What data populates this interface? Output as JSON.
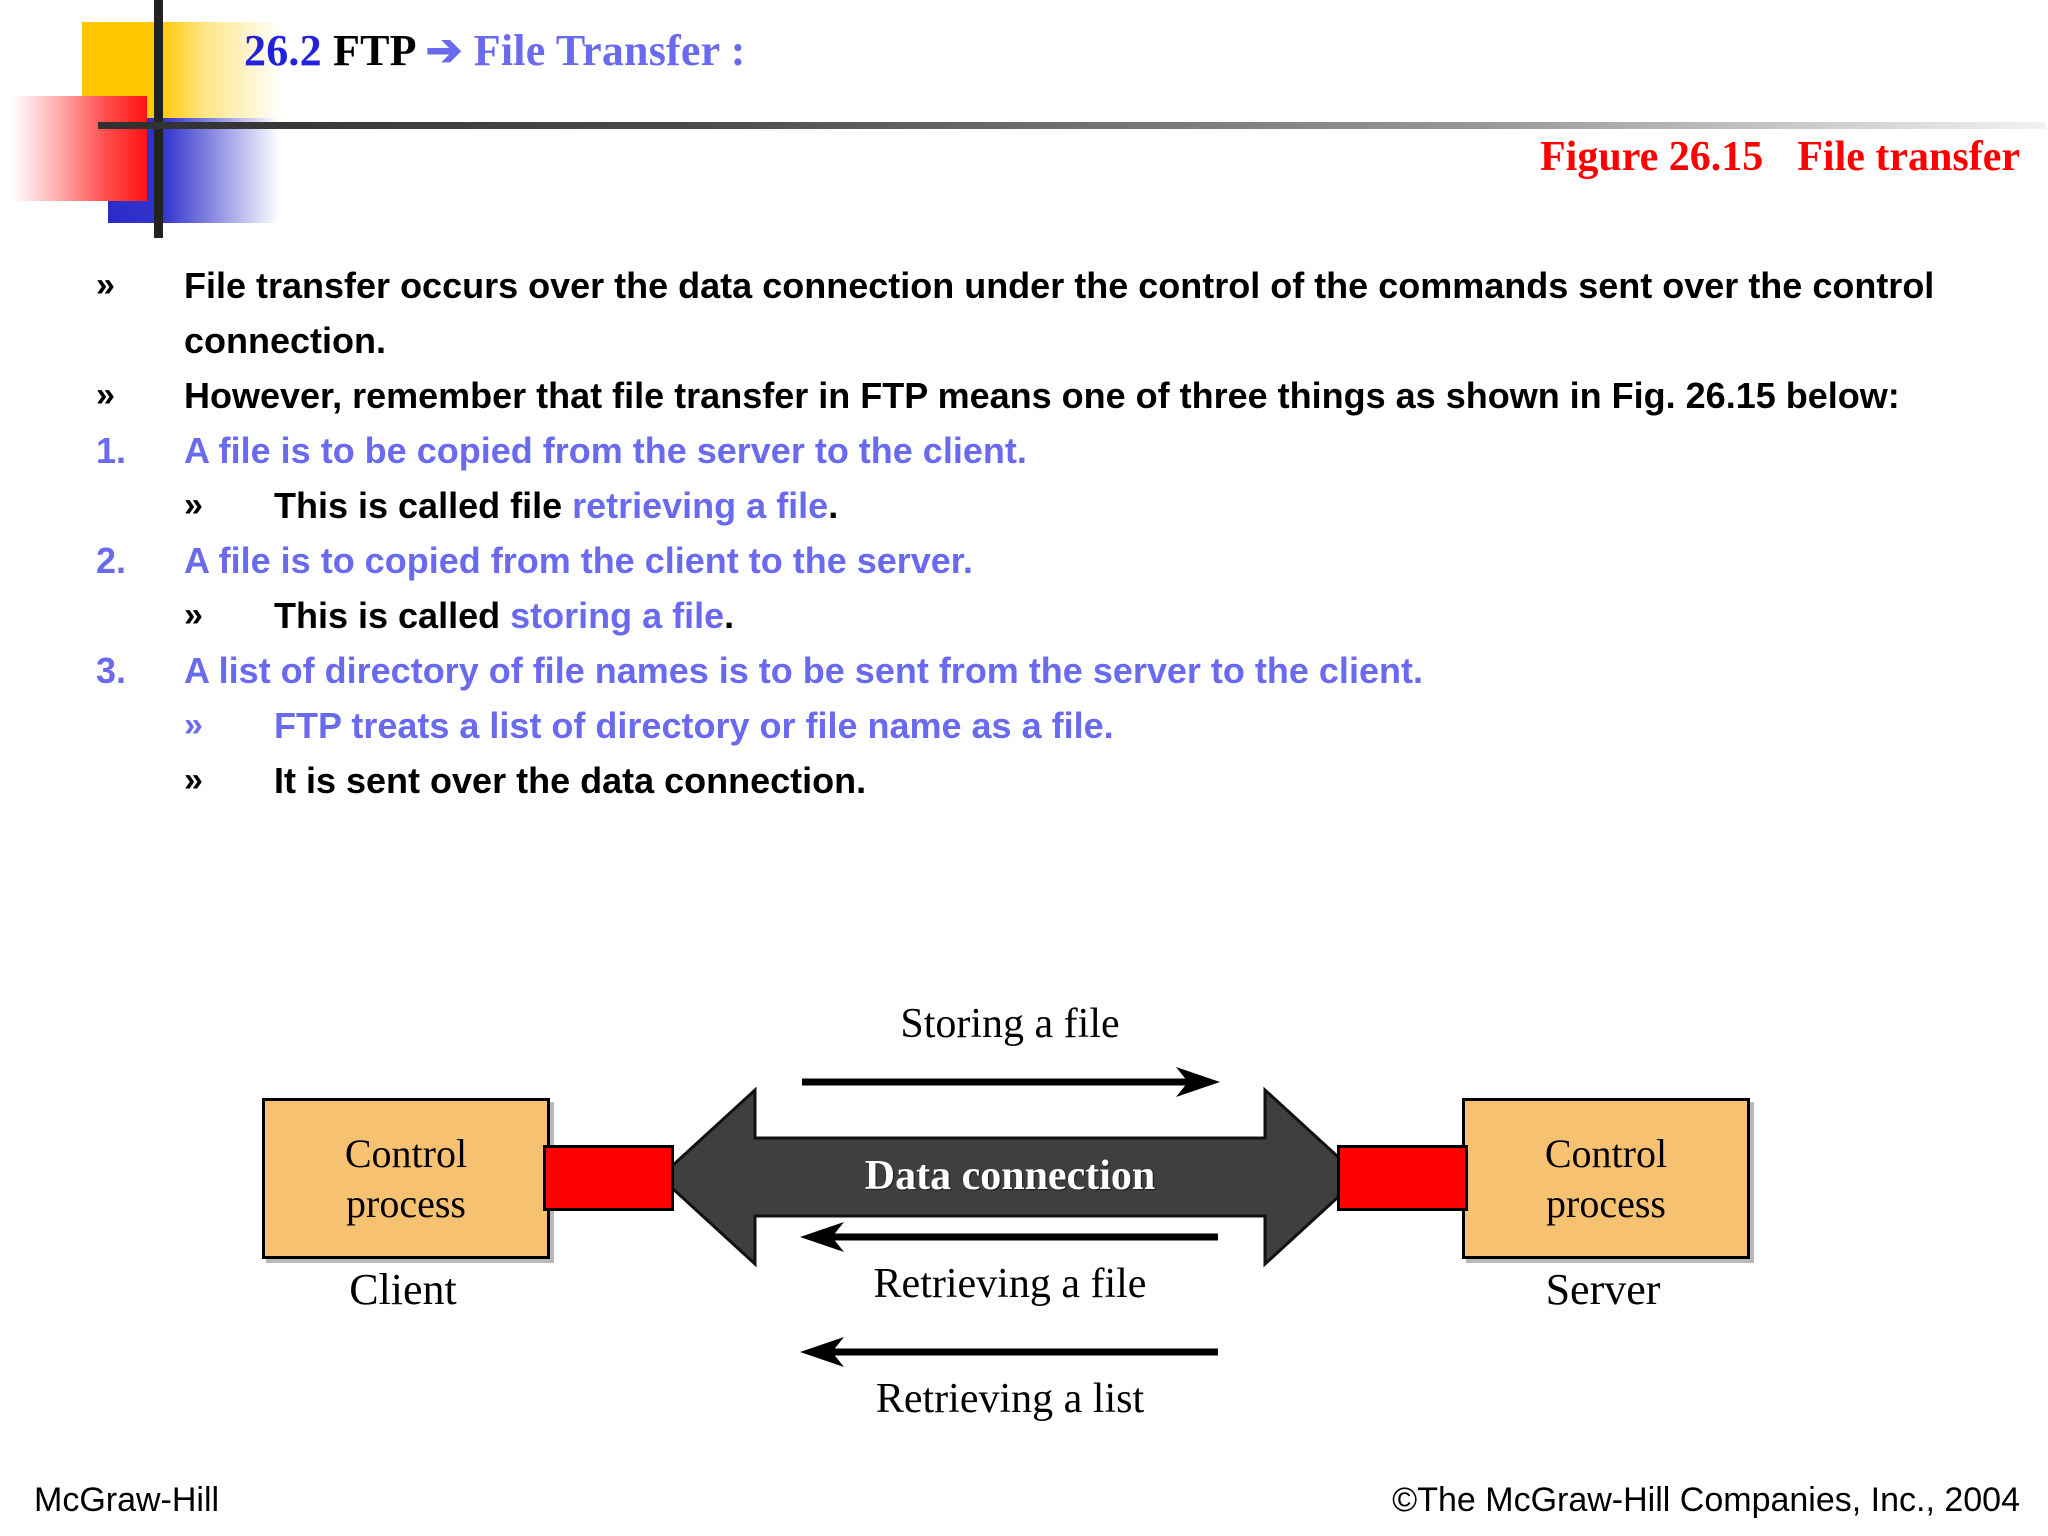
{
  "slide": {
    "title": {
      "section_number": "26.2",
      "topic": "FTP",
      "arrow": "➔",
      "subject": "File Transfer :"
    },
    "figure_caption": {
      "figure_label": "Figure 26.15",
      "figure_title": "File transfer",
      "color": "#FF0000"
    },
    "colors": {
      "accent_blue": "#6A6AEE",
      "title_number_blue": "#2222DD",
      "caption_red": "#FF0000",
      "box_orange": "#F7C172",
      "connector_red": "#FF0000",
      "data_arrow_gray": "#3F3F3F",
      "deco_yellow": "#FFC800",
      "deco_red": "#FF1212",
      "deco_blue": "#3333CC"
    },
    "content": [
      {
        "level": 1,
        "marker": "»",
        "marker_color": "#000000",
        "parts": [
          {
            "text": "File transfer occurs over the data connection under the control of the commands sent over the control connection.",
            "color": "#000000"
          }
        ]
      },
      {
        "level": 1,
        "marker": "»",
        "marker_color": "#000000",
        "parts": [
          {
            "text": "However, remember that file transfer in FTP means one of three things as shown in Fig. 26.15 below:",
            "color": "#000000"
          }
        ]
      },
      {
        "level": 1,
        "marker": "1.",
        "marker_color": "#6A6AEE",
        "parts": [
          {
            "text": "A file is to be copied from the server to the client.",
            "color": "#6A6AEE"
          }
        ]
      },
      {
        "level": 2,
        "marker": "»",
        "marker_color": "#000000",
        "parts": [
          {
            "text": "This is called file ",
            "color": "#000000"
          },
          {
            "text": "retrieving a file",
            "color": "#6A6AEE"
          },
          {
            "text": ".",
            "color": "#000000"
          }
        ]
      },
      {
        "level": 1,
        "marker": "2.",
        "marker_color": "#6A6AEE",
        "parts": [
          {
            "text": "A file is to copied from the client to the server.",
            "color": "#6A6AEE"
          }
        ]
      },
      {
        "level": 2,
        "marker": "»",
        "marker_color": "#000000",
        "parts": [
          {
            "text": "This is called ",
            "color": "#000000"
          },
          {
            "text": "storing a file",
            "color": "#6A6AEE"
          },
          {
            "text": ".",
            "color": "#000000"
          }
        ]
      },
      {
        "level": 1,
        "marker": "3.",
        "marker_color": "#6A6AEE",
        "parts": [
          {
            "text": "A list of directory of file names is to be sent from the server to the client.",
            "color": "#6A6AEE"
          }
        ]
      },
      {
        "level": 2,
        "marker": "»",
        "marker_color": "#6A6AEE",
        "parts": [
          {
            "text": "FTP treats a list of directory or file name as a file.",
            "color": "#6A6AEE"
          }
        ]
      },
      {
        "level": 2,
        "marker": "»",
        "marker_color": "#000000",
        "parts": [
          {
            "text": "It is sent over the data connection.",
            "color": "#000000"
          }
        ]
      }
    ],
    "diagram": {
      "client": {
        "box_line1": "Control",
        "box_line2": "process",
        "label": "Client"
      },
      "server": {
        "box_line1": "Control",
        "box_line2": "process",
        "label": "Server"
      },
      "data_connection_label": "Data connection",
      "flows": [
        {
          "label": "Storing a file",
          "direction": "client-to-server"
        },
        {
          "label": "Retrieving a file",
          "direction": "server-to-client"
        },
        {
          "label": "Retrieving a list",
          "direction": "server-to-client"
        }
      ]
    },
    "footer": {
      "left": "McGraw-Hill",
      "right": "©The McGraw-Hill Companies, Inc., 2004"
    }
  }
}
